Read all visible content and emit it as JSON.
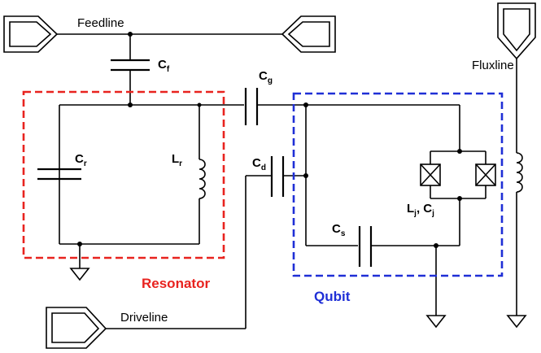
{
  "labels": {
    "feedline": "Feedline",
    "fluxline": "Fluxline",
    "driveline": "Driveline",
    "resonator": "Resonator",
    "qubit": "Qubit"
  },
  "components": {
    "cf": {
      "main": "C",
      "sub": "f"
    },
    "cg": {
      "main": "C",
      "sub": "g"
    },
    "cr": {
      "main": "C",
      "sub": "r"
    },
    "lr": {
      "main": "L",
      "sub": "r"
    },
    "cd": {
      "main": "C",
      "sub": "d"
    },
    "cs": {
      "main": "C",
      "sub": "s"
    },
    "lj": {
      "main": "L",
      "sub": "j"
    },
    "lj_sep": ", ",
    "cj": {
      "main": "C",
      "sub": "j"
    }
  },
  "colors": {
    "resonator": "#e8231f",
    "qubit": "#1f2fd6",
    "wire": "#000000"
  }
}
